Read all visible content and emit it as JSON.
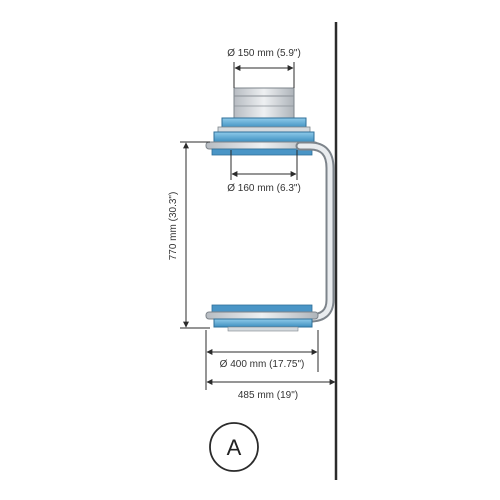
{
  "dimensions": {
    "top_pipe_diameter": "Ø 150 mm (5.9\")",
    "collar_diameter": "Ø 160 mm (6.3\")",
    "height": "770 mm (30.3\")",
    "bottom_diameter": "Ø 400 mm (17.75\")",
    "wall_offset": "485 mm (19\")"
  },
  "badge": {
    "label": "A"
  },
  "colors": {
    "accent_blue": "#5aa9d6",
    "metal": "#c9ced3",
    "line": "#2b2b2b"
  }
}
